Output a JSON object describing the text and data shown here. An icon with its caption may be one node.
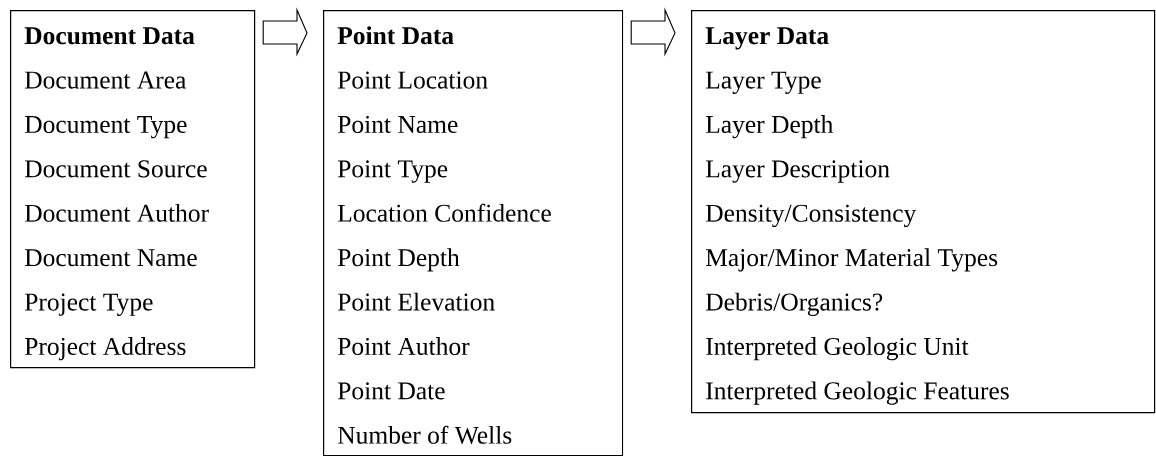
{
  "diagram": {
    "nodes": [
      {
        "text": [
          "Document Data",
          "Document Area",
          "Document Type",
          "Document Source",
          "Document Author",
          "Document Name",
          "Project Type",
          "Project Address"
        ]
      },
      {
        "text": [
          "Point Data",
          "Point Location",
          "Point Name",
          "Point Type",
          "Location Confidence",
          "Point Depth",
          "Point Elevation",
          "Point Author",
          "Point Date",
          "Number of Wells"
        ]
      },
      {
        "text": [
          "Layer Data",
          "Layer Type",
          "Layer Depth",
          "Layer Description",
          "Density/Consistency",
          "Major/Minor Material Types",
          "Debris/Organics?",
          "Interpreted Geologic Unit",
          "Interpreted Geologic Features"
        ]
      }
    ],
    "edges": [
      {
        "from": 0,
        "to": 1,
        "arrow": "to"
      },
      {
        "from": 1,
        "to": 2,
        "arrow": "to"
      }
    ]
  }
}
